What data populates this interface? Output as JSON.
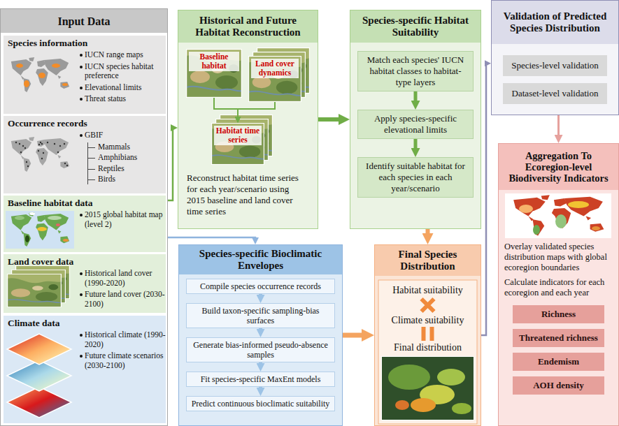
{
  "diagram": {
    "nodes": [
      {
        "text": [
          "Input Data"
        ]
      },
      {
        "text": [
          "Species information",
          "IUCN range maps",
          "IUCN species habitat preference",
          "Elevational limits",
          "Threat status"
        ],
        "in": 0
      },
      {
        "text": [
          "Occurrence records",
          "GBIF",
          "Mammals",
          "Amphibians",
          "Reptiles",
          "Birds"
        ],
        "in": 0
      },
      {
        "text": [
          "Baseline habitat data",
          "2015 global habitat map (level 2)"
        ],
        "in": 0
      },
      {
        "text": [
          "Land cover data",
          "Historical land cover (1990-2020)",
          "Future land cover (2030-2100)"
        ],
        "in": 0
      },
      {
        "text": [
          "Climate data",
          "Historical climate (1990-2020)",
          "Future climate scenarios (2030-2100)"
        ],
        "in": 0
      },
      {
        "text": [
          "Historical and Future Habitat Reconstruction",
          "Reconstruct habitat time series for each year/scenario using 2015 baseline and land cover time series"
        ]
      },
      {
        "text": [
          "Baseline habitat"
        ],
        "in": 6
      },
      {
        "text": [
          "Land cover dynamics"
        ],
        "in": 6
      },
      {
        "text": [
          "Habitat time series"
        ],
        "in": 6
      },
      {
        "text": [
          "Species-specific Habitat Suitability"
        ]
      },
      {
        "text": [
          "Match each species' IUCN habitat classes to habitat-type layers"
        ],
        "in": 10
      },
      {
        "text": [
          "Apply species-specific elevational limits"
        ],
        "in": 10
      },
      {
        "text": [
          "Identify suitable habitat for each species in each year/scenario"
        ],
        "in": 10
      },
      {
        "text": [
          "Validation of Predicted Species Distribution"
        ]
      },
      {
        "text": [
          "Species-level validation"
        ],
        "in": 14
      },
      {
        "text": [
          "Dataset-level validation"
        ],
        "in": 14
      },
      {
        "text": [
          "Species-specific Bioclimatic Envelopes"
        ]
      },
      {
        "text": [
          "Compile species occurrence records"
        ],
        "in": 17
      },
      {
        "text": [
          "Build taxon-specific sampling-bias surfaces"
        ],
        "in": 17
      },
      {
        "text": [
          "Generate bias-informed pseudo-absence samples"
        ],
        "in": 17
      },
      {
        "text": [
          "Fit species-specific MaxEnt models"
        ],
        "in": 17
      },
      {
        "text": [
          "Predict continuous bioclimatic suitability"
        ],
        "in": 17
      },
      {
        "text": [
          "Final Species Distribution",
          "Habitat suitability",
          "Climate suitability",
          "Final distribution"
        ]
      },
      {
        "text": [
          "Aggregation To Ecoregion-level Biodiversity Indicators",
          "Overlay validated species distribution maps with global ecoregion boundaries",
          "Calculate indicators for each ecoregion and each year"
        ]
      },
      {
        "text": [
          "Richness"
        ],
        "in": 24
      },
      {
        "text": [
          "Threatened richness"
        ],
        "in": 24
      },
      {
        "text": [
          "Endemism"
        ],
        "in": 24
      },
      {
        "text": [
          "AOH density"
        ],
        "in": 24
      }
    ],
    "edges": [
      {
        "from": 0,
        "to": 6,
        "arrow": "to"
      },
      {
        "from": 0,
        "to": 17,
        "arrow": "to"
      },
      {
        "from": 7,
        "to": 9,
        "arrow": "to"
      },
      {
        "from": 8,
        "to": 9,
        "arrow": "to"
      },
      {
        "from": 6,
        "to": 10,
        "arrow": "to"
      },
      {
        "from": 11,
        "to": 12,
        "arrow": "to"
      },
      {
        "from": 12,
        "to": 13,
        "arrow": "to"
      },
      {
        "from": 10,
        "to": 23,
        "arrow": "to"
      },
      {
        "from": 18,
        "to": 19,
        "arrow": "to"
      },
      {
        "from": 19,
        "to": 20,
        "arrow": "to"
      },
      {
        "from": 20,
        "to": 21,
        "arrow": "to"
      },
      {
        "from": 21,
        "to": 22,
        "arrow": "to"
      },
      {
        "from": 17,
        "to": 23,
        "arrow": "to"
      },
      {
        "from": 23,
        "to": 14,
        "arrow": "to"
      },
      {
        "from": 14,
        "to": 24,
        "arrow": "to"
      }
    ]
  }
}
